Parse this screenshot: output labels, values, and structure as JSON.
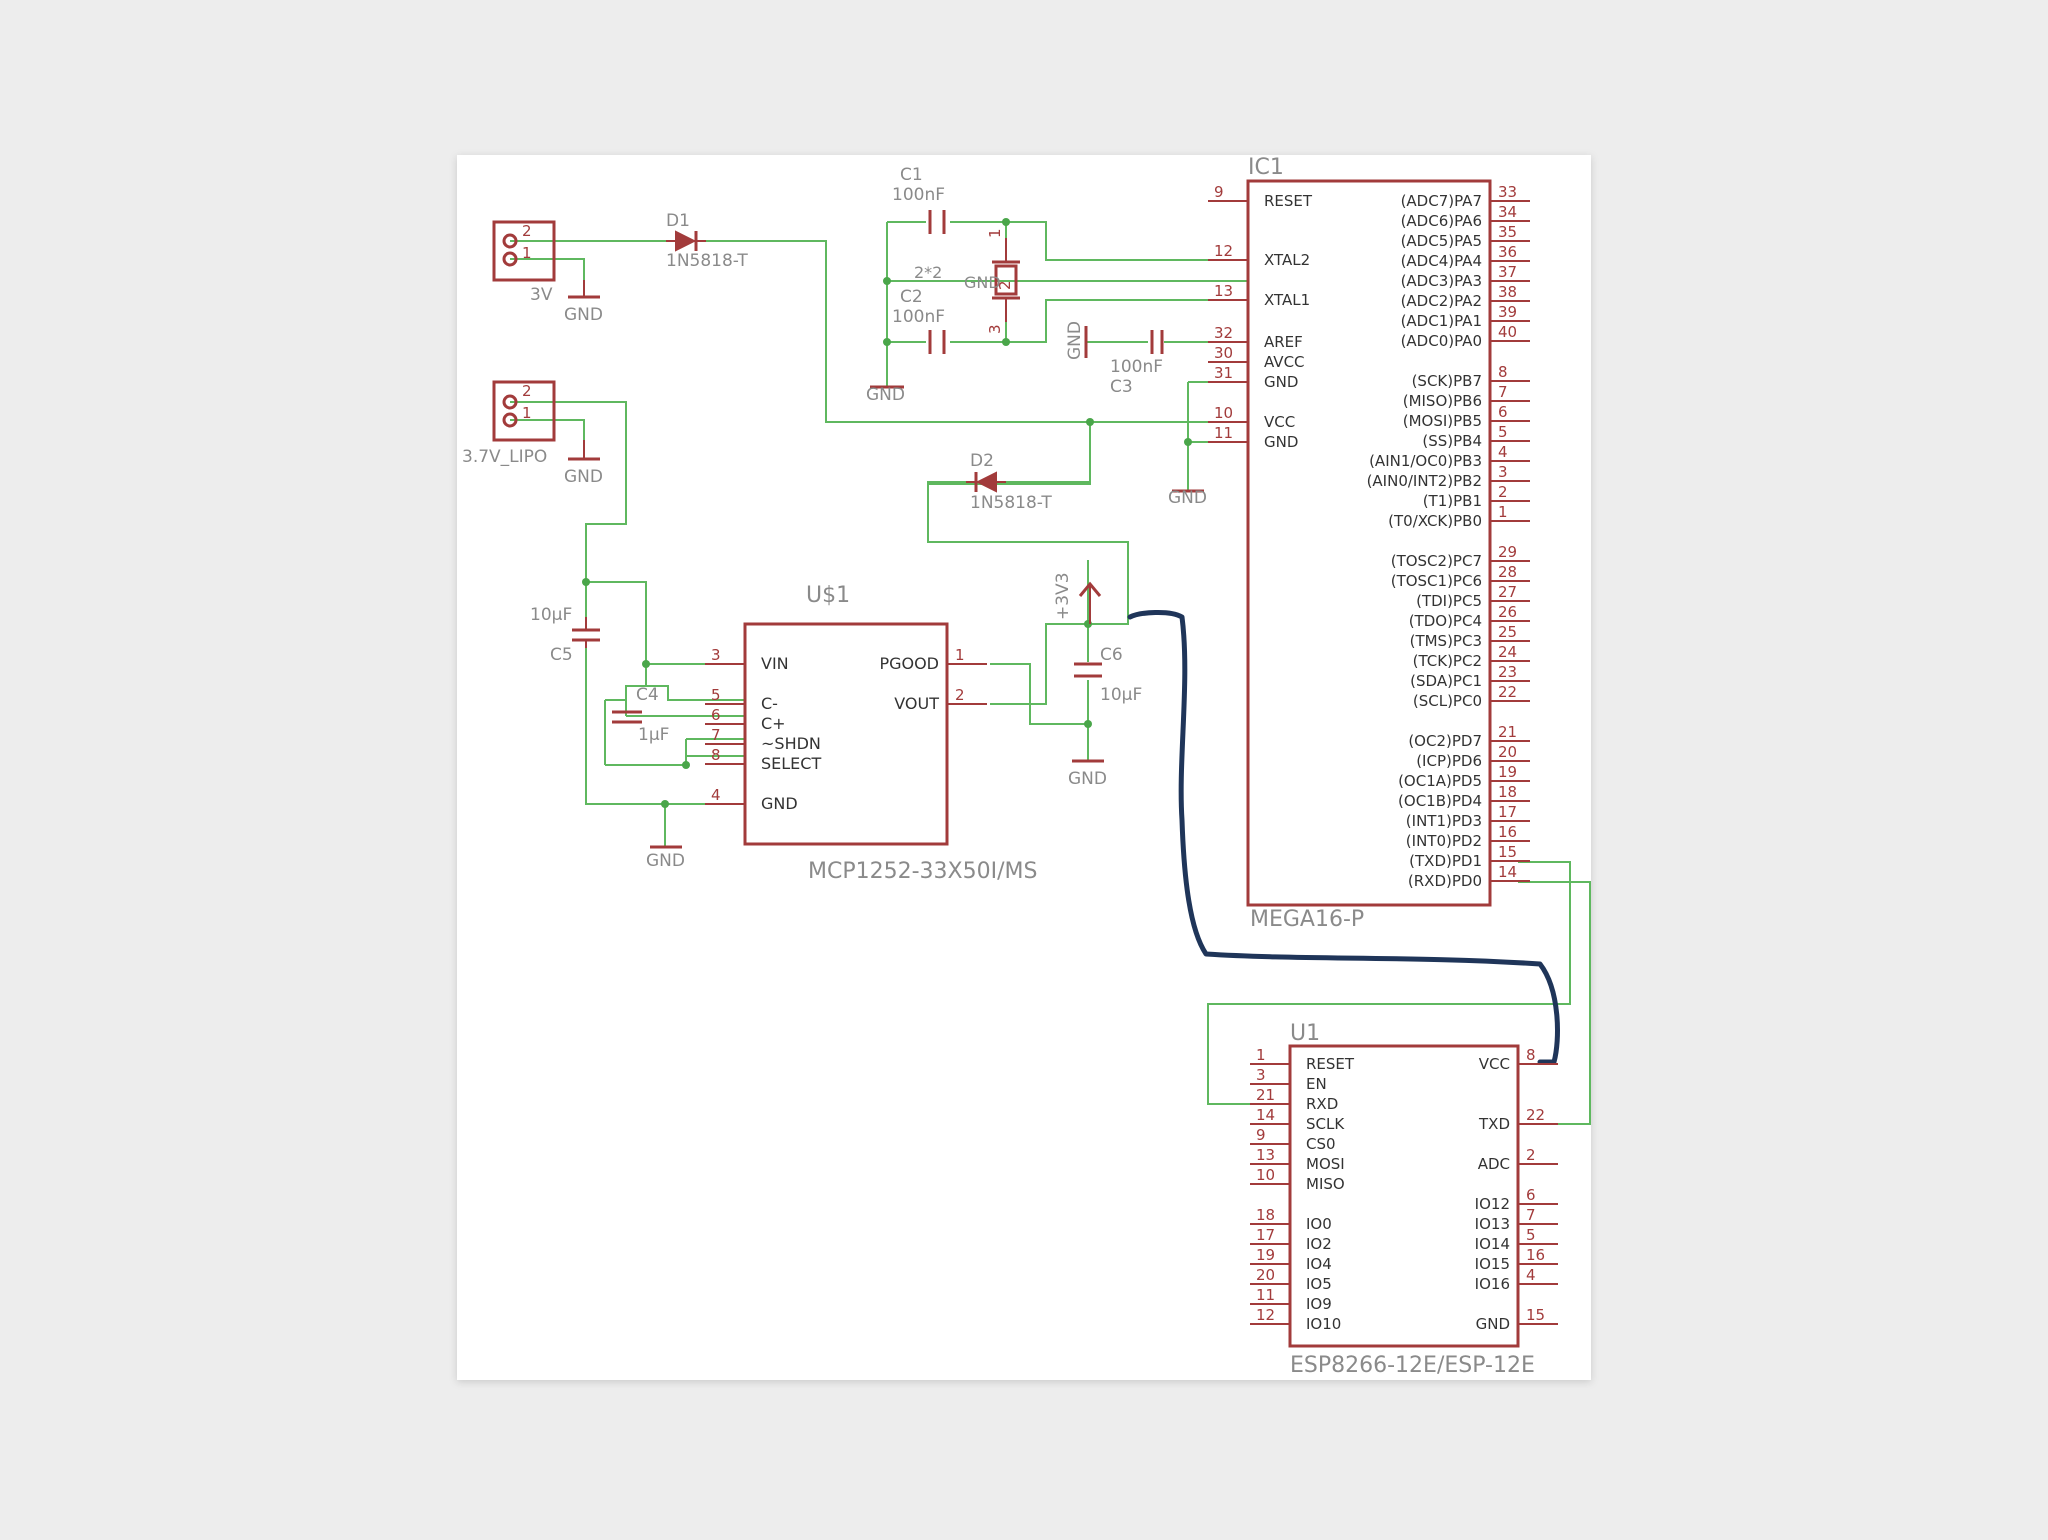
{
  "connectors": [
    {
      "label": "3V",
      "pins": [
        "2",
        "1"
      ]
    },
    {
      "label": "3.7V_LIPO",
      "pins": [
        "2",
        "1"
      ]
    }
  ],
  "gnd": "GND",
  "supply": "+3V3",
  "diodes": [
    {
      "ref": "D1",
      "part": "1N5818-T"
    },
    {
      "ref": "D2",
      "part": "1N5818-T"
    }
  ],
  "caps": [
    {
      "ref": "C1",
      "value": "100nF"
    },
    {
      "ref": "C2",
      "value": "100nF"
    },
    {
      "ref": "C3",
      "value": "100nF"
    },
    {
      "ref": "C4",
      "value": "1µF"
    },
    {
      "ref": "C5",
      "value": "10µF"
    },
    {
      "ref": "C6",
      "value": "10µF"
    }
  ],
  "crystal": {
    "label": "2*2",
    "gnd_label": "GND",
    "pins": [
      "1",
      "2",
      "3"
    ]
  },
  "ic1": {
    "ref": "IC1",
    "part": "MEGA16-P",
    "left": [
      {
        "num": "9",
        "name": "RESET"
      },
      {
        "num": "12",
        "name": "XTAL2"
      },
      {
        "num": "13",
        "name": "XTAL1"
      },
      {
        "num": "32",
        "name": "AREF"
      },
      {
        "num": "30",
        "name": "AVCC"
      },
      {
        "num": "31",
        "name": "GND"
      },
      {
        "num": "10",
        "name": "VCC"
      },
      {
        "num": "11",
        "name": "GND"
      }
    ],
    "right": [
      {
        "num": "33",
        "name": "(ADC7)PA7"
      },
      {
        "num": "34",
        "name": "(ADC6)PA6"
      },
      {
        "num": "35",
        "name": "(ADC5)PA5"
      },
      {
        "num": "36",
        "name": "(ADC4)PA4"
      },
      {
        "num": "37",
        "name": "(ADC3)PA3"
      },
      {
        "num": "38",
        "name": "(ADC2)PA2"
      },
      {
        "num": "39",
        "name": "(ADC1)PA1"
      },
      {
        "num": "40",
        "name": "(ADC0)PA0"
      },
      {
        "num": "8",
        "name": "(SCK)PB7"
      },
      {
        "num": "7",
        "name": "(MISO)PB6"
      },
      {
        "num": "6",
        "name": "(MOSI)PB5"
      },
      {
        "num": "5",
        "name": "(SS)PB4"
      },
      {
        "num": "4",
        "name": "(AIN1/OC0)PB3"
      },
      {
        "num": "3",
        "name": "(AIN0/INT2)PB2"
      },
      {
        "num": "2",
        "name": "(T1)PB1"
      },
      {
        "num": "1",
        "name": "(T0/XCK)PB0"
      },
      {
        "num": "29",
        "name": "(TOSC2)PC7"
      },
      {
        "num": "28",
        "name": "(TOSC1)PC6"
      },
      {
        "num": "27",
        "name": "(TDI)PC5"
      },
      {
        "num": "26",
        "name": "(TDO)PC4"
      },
      {
        "num": "25",
        "name": "(TMS)PC3"
      },
      {
        "num": "24",
        "name": "(TCK)PC2"
      },
      {
        "num": "23",
        "name": "(SDA)PC1"
      },
      {
        "num": "22",
        "name": "(SCL)PC0"
      },
      {
        "num": "21",
        "name": "(OC2)PD7"
      },
      {
        "num": "20",
        "name": "(ICP)PD6"
      },
      {
        "num": "19",
        "name": "(OC1A)PD5"
      },
      {
        "num": "18",
        "name": "(OC1B)PD4"
      },
      {
        "num": "17",
        "name": "(INT1)PD3"
      },
      {
        "num": "16",
        "name": "(INT0)PD2"
      },
      {
        "num": "15",
        "name": "(TXD)PD1"
      },
      {
        "num": "14",
        "name": "(RXD)PD0"
      }
    ]
  },
  "us1": {
    "ref": "U$1",
    "part": "MCP1252-33X50I/MS",
    "left": [
      {
        "num": "3",
        "name": "VIN"
      },
      {
        "num": "5",
        "name": "C-"
      },
      {
        "num": "6",
        "name": "C+"
      },
      {
        "num": "7",
        "name": "~SHDN"
      },
      {
        "num": "8",
        "name": "SELECT"
      },
      {
        "num": "4",
        "name": "GND"
      }
    ],
    "right": [
      {
        "num": "1",
        "name": "PGOOD"
      },
      {
        "num": "2",
        "name": "VOUT"
      }
    ]
  },
  "u1": {
    "ref": "U1",
    "part": "ESP8266-12E/ESP-12E",
    "left": [
      {
        "num": "1",
        "name": "RESET"
      },
      {
        "num": "3",
        "name": "EN"
      },
      {
        "num": "21",
        "name": "RXD"
      },
      {
        "num": "14",
        "name": "SCLK"
      },
      {
        "num": "9",
        "name": "CS0"
      },
      {
        "num": "13",
        "name": "MOSI"
      },
      {
        "num": "10",
        "name": "MISO"
      },
      {
        "num": "18",
        "name": "IO0"
      },
      {
        "num": "17",
        "name": "IO2"
      },
      {
        "num": "19",
        "name": "IO4"
      },
      {
        "num": "20",
        "name": "IO5"
      },
      {
        "num": "11",
        "name": "IO9"
      },
      {
        "num": "12",
        "name": "IO10"
      }
    ],
    "right": [
      {
        "num": "8",
        "name": "VCC"
      },
      {
        "num": "22",
        "name": "TXD"
      },
      {
        "num": "2",
        "name": "ADC"
      },
      {
        "num": "6",
        "name": "IO12"
      },
      {
        "num": "7",
        "name": "IO13"
      },
      {
        "num": "5",
        "name": "IO14"
      },
      {
        "num": "16",
        "name": "IO15"
      },
      {
        "num": "4",
        "name": "IO16"
      },
      {
        "num": "15",
        "name": "GND"
      }
    ]
  }
}
